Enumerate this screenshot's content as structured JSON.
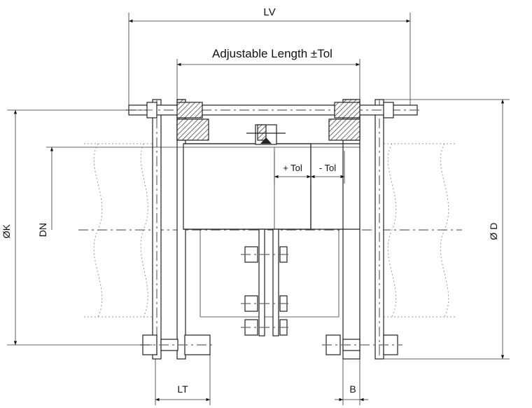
{
  "labels": {
    "lv": "LV",
    "adjustable_length": "Adjustable Length ±Tol",
    "plus_tol": "+ Tol",
    "minus_tol": "- Tol",
    "dk": "ØK",
    "dn": "DN",
    "d": "Ø D",
    "lt": "LT",
    "b": "B"
  }
}
